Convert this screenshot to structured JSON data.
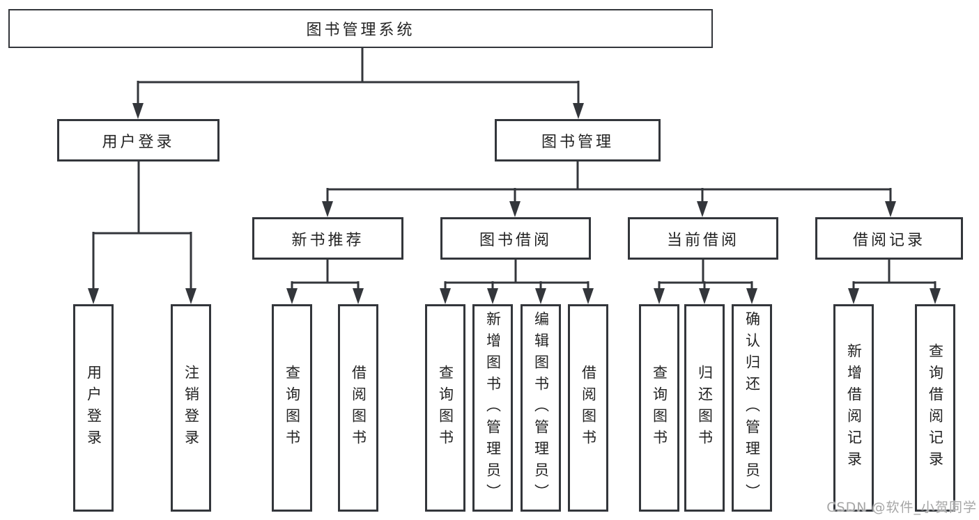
{
  "diagram_title": "图书管理系统",
  "colors": {
    "line": "#33363b",
    "box_border": "#33363b",
    "text": "#232323",
    "watermark": "#a6a6a6",
    "background": "#ffffff"
  },
  "tree": {
    "root": {
      "label": "图书管理系统"
    },
    "branches": [
      {
        "label": "用户登录",
        "children": [
          {
            "label": "用户登录"
          },
          {
            "label": "注销登录"
          }
        ]
      },
      {
        "label": "图书管理",
        "children": [
          {
            "label": "新书推荐",
            "children": [
              {
                "label": "查询图书"
              },
              {
                "label": "借阅图书"
              }
            ]
          },
          {
            "label": "图书借阅",
            "children": [
              {
                "label": "查询图书"
              },
              {
                "label": "新增图书（管理员）"
              },
              {
                "label": "编辑图书（管理员）"
              },
              {
                "label": "借阅图书"
              }
            ]
          },
          {
            "label": "当前借阅",
            "children": [
              {
                "label": "查询图书"
              },
              {
                "label": "归还图书"
              },
              {
                "label": "确认归还（管理员）"
              }
            ]
          },
          {
            "label": "借阅记录",
            "children": [
              {
                "label": "新增借阅记录"
              },
              {
                "label": "查询借阅记录"
              }
            ]
          }
        ]
      }
    ]
  },
  "watermark": {
    "text": "CSDN @软件_小贺同学"
  }
}
